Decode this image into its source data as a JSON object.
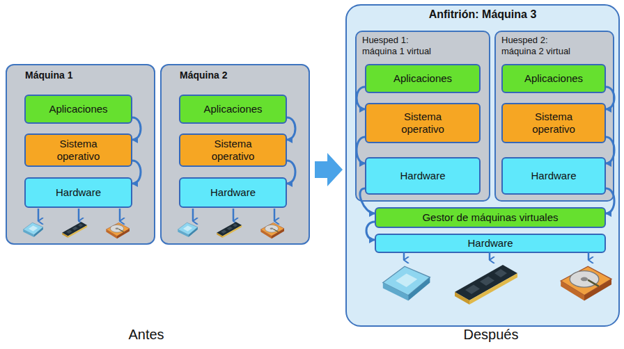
{
  "diagram": {
    "nodes": [
      {
        "text": [
          "Máquina 1"
        ]
      },
      {
        "text": [
          "Aplicaciones"
        ],
        "in": 0
      },
      {
        "text": [
          "Sistema operativo"
        ],
        "in": 0
      },
      {
        "text": [
          "Hardware"
        ],
        "in": 0
      },
      {
        "text": [
          "Máquina 2"
        ]
      },
      {
        "text": [
          "Aplicaciones"
        ],
        "in": 4
      },
      {
        "text": [
          "Sistema operativo"
        ],
        "in": 4
      },
      {
        "text": [
          "Hardware"
        ],
        "in": 4
      },
      {
        "text": [
          "Anfitrión: Máquina 3"
        ]
      },
      {
        "text": [
          "Huesped 1: máquina 1 virtual"
        ],
        "in": 8
      },
      {
        "text": [
          "Aplicaciones"
        ],
        "in": 9
      },
      {
        "text": [
          "Sistema operativo"
        ],
        "in": 9
      },
      {
        "text": [
          "Hardware"
        ],
        "in": 9
      },
      {
        "text": [
          "Huesped 2: máquina 2 virtual"
        ],
        "in": 8
      },
      {
        "text": [
          "Aplicaciones"
        ],
        "in": 13
      },
      {
        "text": [
          "Sistema operativo"
        ],
        "in": 13
      },
      {
        "text": [
          "Hardware"
        ],
        "in": 13
      },
      {
        "text": [
          "Gestor de máquinas virtuales"
        ],
        "in": 8
      },
      {
        "text": [
          "Hardware"
        ],
        "in": 8
      }
    ],
    "edges": [
      {
        "from": 1,
        "to": 2,
        "arrow": "to"
      },
      {
        "from": 2,
        "to": 3,
        "arrow": "to"
      },
      {
        "from": 5,
        "to": 6,
        "arrow": "to"
      },
      {
        "from": 6,
        "to": 7,
        "arrow": "to"
      },
      {
        "from": 10,
        "to": 11,
        "arrow": "to"
      },
      {
        "from": 11,
        "to": 12,
        "arrow": "to"
      },
      {
        "from": 14,
        "to": 15,
        "arrow": "to"
      },
      {
        "from": 15,
        "to": 16,
        "arrow": "to"
      },
      {
        "from": 12,
        "to": 17,
        "arrow": "to"
      },
      {
        "from": 16,
        "to": 17,
        "arrow": "to"
      },
      {
        "from": 17,
        "to": 18,
        "arrow": "to"
      }
    ],
    "labels": [
      "Antes",
      "Después"
    ]
  }
}
